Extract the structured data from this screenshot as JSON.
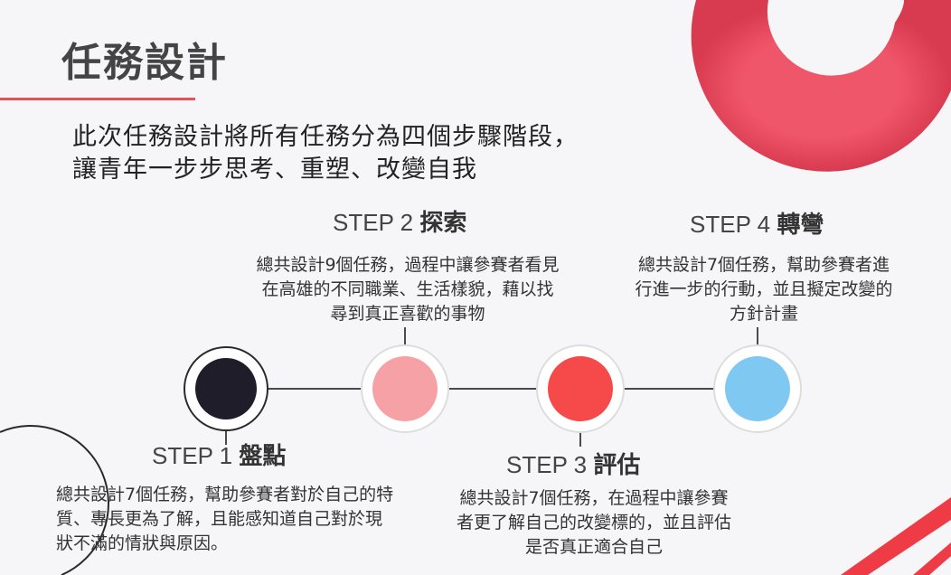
{
  "slide": {
    "title": "任務設計",
    "intro": "此次任務設計將所有任務分為四個步驟階段，讓青年一步步思考、重塑、改變自我"
  },
  "steps": [
    {
      "label": "STEP 1",
      "name": "盤點",
      "description": "總共設計7個任務，幫助參賽者對於自己的特質、專長更為了解，且能感知道自己對於現狀不滿的情狀與原因。",
      "color": "#1f1d29"
    },
    {
      "label": "STEP 2",
      "name": "探索",
      "description": "總共設計9個任務，過程中讓參賽者看見在高雄的不同職業、生活樣貌，藉以找尋到真正喜歡的事物",
      "color": "#f6a1a6"
    },
    {
      "label": "STEP 3",
      "name": "評估",
      "description": "總共設計7個任務，在過程中讓參賽者更了解自己的改變標的，並且評估是否真正適合自己",
      "color": "#f64a4a"
    },
    {
      "label": "STEP 4",
      "name": "轉彎",
      "description": "總共設計7個任務，幫助參賽者進行進一步的行動，並且擬定改變的方針計畫",
      "color": "#7ec8f2"
    }
  ],
  "decor": {
    "accent": "#e8505b",
    "ring_color": "#e8505b",
    "line_color": "#4a4a4a"
  }
}
